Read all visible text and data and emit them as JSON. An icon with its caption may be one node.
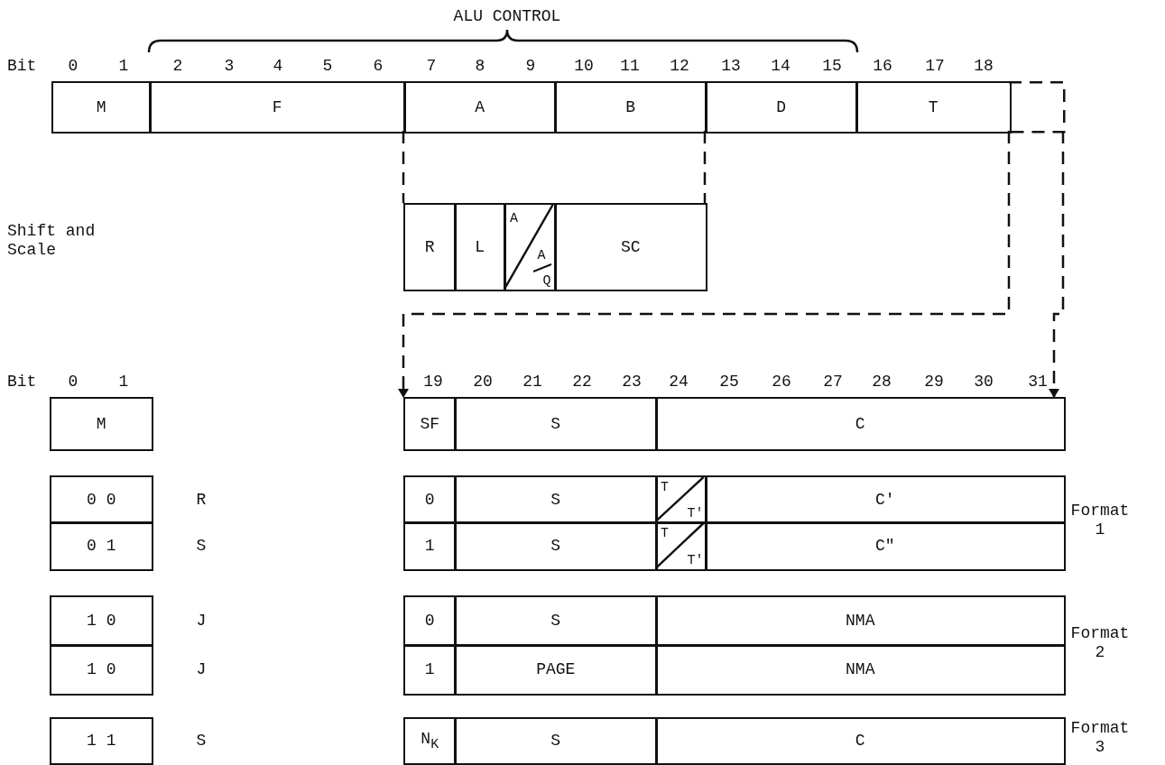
{
  "diagram": {
    "nodes": [
      {
        "text": [
          "M"
        ]
      },
      {
        "text": [
          "F"
        ]
      },
      {
        "text": [
          "A"
        ]
      },
      {
        "text": [
          "B"
        ]
      },
      {
        "text": [
          "D"
        ]
      },
      {
        "text": [
          "T"
        ]
      },
      {
        "text": [],
        "shape": "box"
      },
      {
        "text": [
          "R"
        ]
      },
      {
        "text": [
          "L"
        ]
      },
      {
        "text": [
          "A",
          "A",
          "Q"
        ]
      },
      {
        "text": [
          "SC"
        ]
      },
      {
        "text": [
          "M"
        ]
      },
      {
        "text": [
          "SF"
        ]
      },
      {
        "text": [
          "S"
        ]
      },
      {
        "text": [
          "C"
        ]
      },
      {
        "text": [
          "0 0"
        ],
        "beside": [
          "R"
        ]
      },
      {
        "text": [
          "0 1"
        ],
        "beside": [
          "S"
        ]
      },
      {
        "text": [
          "1 0"
        ],
        "beside": [
          "J"
        ]
      },
      {
        "text": [
          "1 0"
        ],
        "beside": [
          "J"
        ]
      },
      {
        "text": [
          "1 1"
        ],
        "beside": [
          "S"
        ]
      },
      {
        "text": [
          "0"
        ]
      },
      {
        "text": [
          "S"
        ]
      },
      {
        "text": [
          "T",
          "T'"
        ]
      },
      {
        "text": [
          "C'"
        ]
      },
      {
        "text": [
          "1"
        ]
      },
      {
        "text": [
          "S"
        ]
      },
      {
        "text": [
          "T",
          "T'"
        ]
      },
      {
        "text": [
          "C\""
        ]
      },
      {
        "text": [
          "0"
        ]
      },
      {
        "text": [
          "S"
        ]
      },
      {
        "text": [
          "NMA"
        ]
      },
      {
        "text": [
          "1"
        ]
      },
      {
        "text": [
          "PAGE"
        ]
      },
      {
        "text": [
          "NMA"
        ]
      },
      {
        "text": [
          "N$_{K}$"
        ]
      },
      {
        "text": [
          "S"
        ]
      },
      {
        "text": [
          "C"
        ]
      }
    ],
    "edges": [
      {
        "from": 2,
        "to": 7,
        "arrow": "none",
        "style": "dashed"
      },
      {
        "from": 3,
        "to": 10,
        "arrow": "none",
        "style": "dashed"
      },
      {
        "from": 5,
        "to": 12,
        "arrow": "to",
        "style": "dashed"
      },
      {
        "from": 6,
        "to": 14,
        "arrow": "to",
        "style": "dashed"
      }
    ],
    "labels": [
      "ALU CONTROL",
      "Bit",
      "0",
      "1",
      "2",
      "3",
      "4",
      "5",
      "6",
      "7",
      "8",
      "9",
      "10",
      "11",
      "12",
      "13",
      "14",
      "15",
      "16",
      "17",
      "18",
      "Shift and Scale",
      "Bit",
      "0",
      "1",
      "19",
      "20",
      "21",
      "22",
      "23",
      "24",
      "25",
      "26",
      "27",
      "28",
      "29",
      "30",
      "31",
      "Format 1",
      "Format 2",
      "Format 3"
    ]
  }
}
